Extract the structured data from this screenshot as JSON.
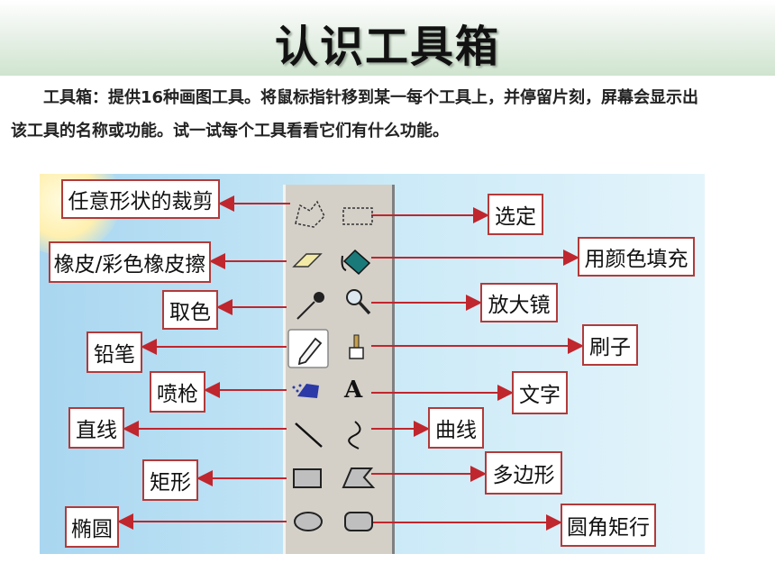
{
  "title": "认识工具箱",
  "intro": "工具箱：提供16种画图工具。将鼠标指针移到某一每个工具上，并停留片刻，屏幕会显示出该工具的名称或功能。试一试每个工具看看它们有什么功能。",
  "left_labels": [
    "任意形状的裁剪",
    "橡皮/彩色橡皮擦",
    "取色",
    "铅笔",
    "喷枪",
    "直线",
    "矩形",
    "椭圆"
  ],
  "right_labels": [
    "选定",
    "用颜色填充",
    "放大镜",
    "刷子",
    "文字",
    "曲线",
    "多边形",
    "圆角矩行"
  ],
  "text_tool_glyph": "A",
  "icons_left": [
    "free-form-select-icon",
    "eraser-icon",
    "eyedropper-icon",
    "pencil-icon",
    "airbrush-icon",
    "line-icon",
    "rectangle-icon",
    "ellipse-icon"
  ],
  "icons_right": [
    "select-icon",
    "fill-bucket-icon",
    "magnifier-icon",
    "brush-icon",
    "text-icon",
    "curve-icon",
    "polygon-icon",
    "rounded-rectangle-icon"
  ],
  "colors": {
    "arrow": "#c0262d",
    "label_border": "#b23a3a",
    "toolbar": "#d4d0c8"
  }
}
